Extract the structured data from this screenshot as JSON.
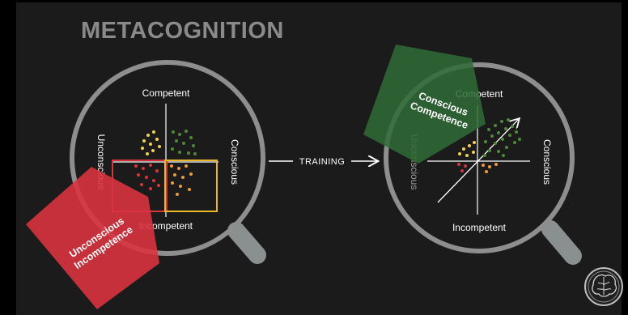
{
  "title": "METACOGNITION",
  "left_lens": {
    "top": "Competent",
    "bottom": "Incompetent",
    "left": "Unconscious",
    "right": "Conscious"
  },
  "arrow_label": "TRAINING",
  "right_lens": {
    "top": "Competent",
    "bottom": "Incompetent",
    "left": "Unconscious",
    "right": "Conscious"
  },
  "shapes": {
    "red": {
      "line1": "Unconscious",
      "line2": "Incompetence",
      "color": "#d9333f"
    },
    "green": {
      "line1": "Conscious",
      "line2": "Competence",
      "color": "#2f6b35"
    }
  },
  "colors": {
    "lens_ring": "#8e8e8e",
    "handle": "#8a8f8f",
    "dot_red": "#d9343c",
    "dot_orange": "#f09a3a",
    "dot_yellow": "#f2d24a",
    "dot_green": "#4f8a3a",
    "box_yellow": "#e9b826"
  },
  "icons": {
    "logo": "brain-icon"
  }
}
